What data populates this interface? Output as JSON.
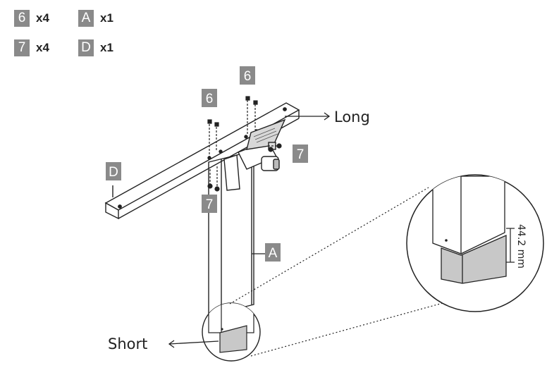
{
  "legend": [
    {
      "part": "6",
      "qty": "x4"
    },
    {
      "part": "A",
      "qty": "x1"
    },
    {
      "part": "7",
      "qty": "x4"
    },
    {
      "part": "D",
      "qty": "x1"
    }
  ],
  "tags": {
    "six_right": "6",
    "six_left": "6",
    "seven_right": "7",
    "seven_left": "7",
    "d": "D",
    "a": "A"
  },
  "labels": {
    "long": "Long",
    "short": "Short",
    "dimension": "44.2 mm"
  },
  "colors": {
    "tag_fill": "#8a8a8a",
    "line": "#222222",
    "slider_fill": "#c8c8c8"
  }
}
